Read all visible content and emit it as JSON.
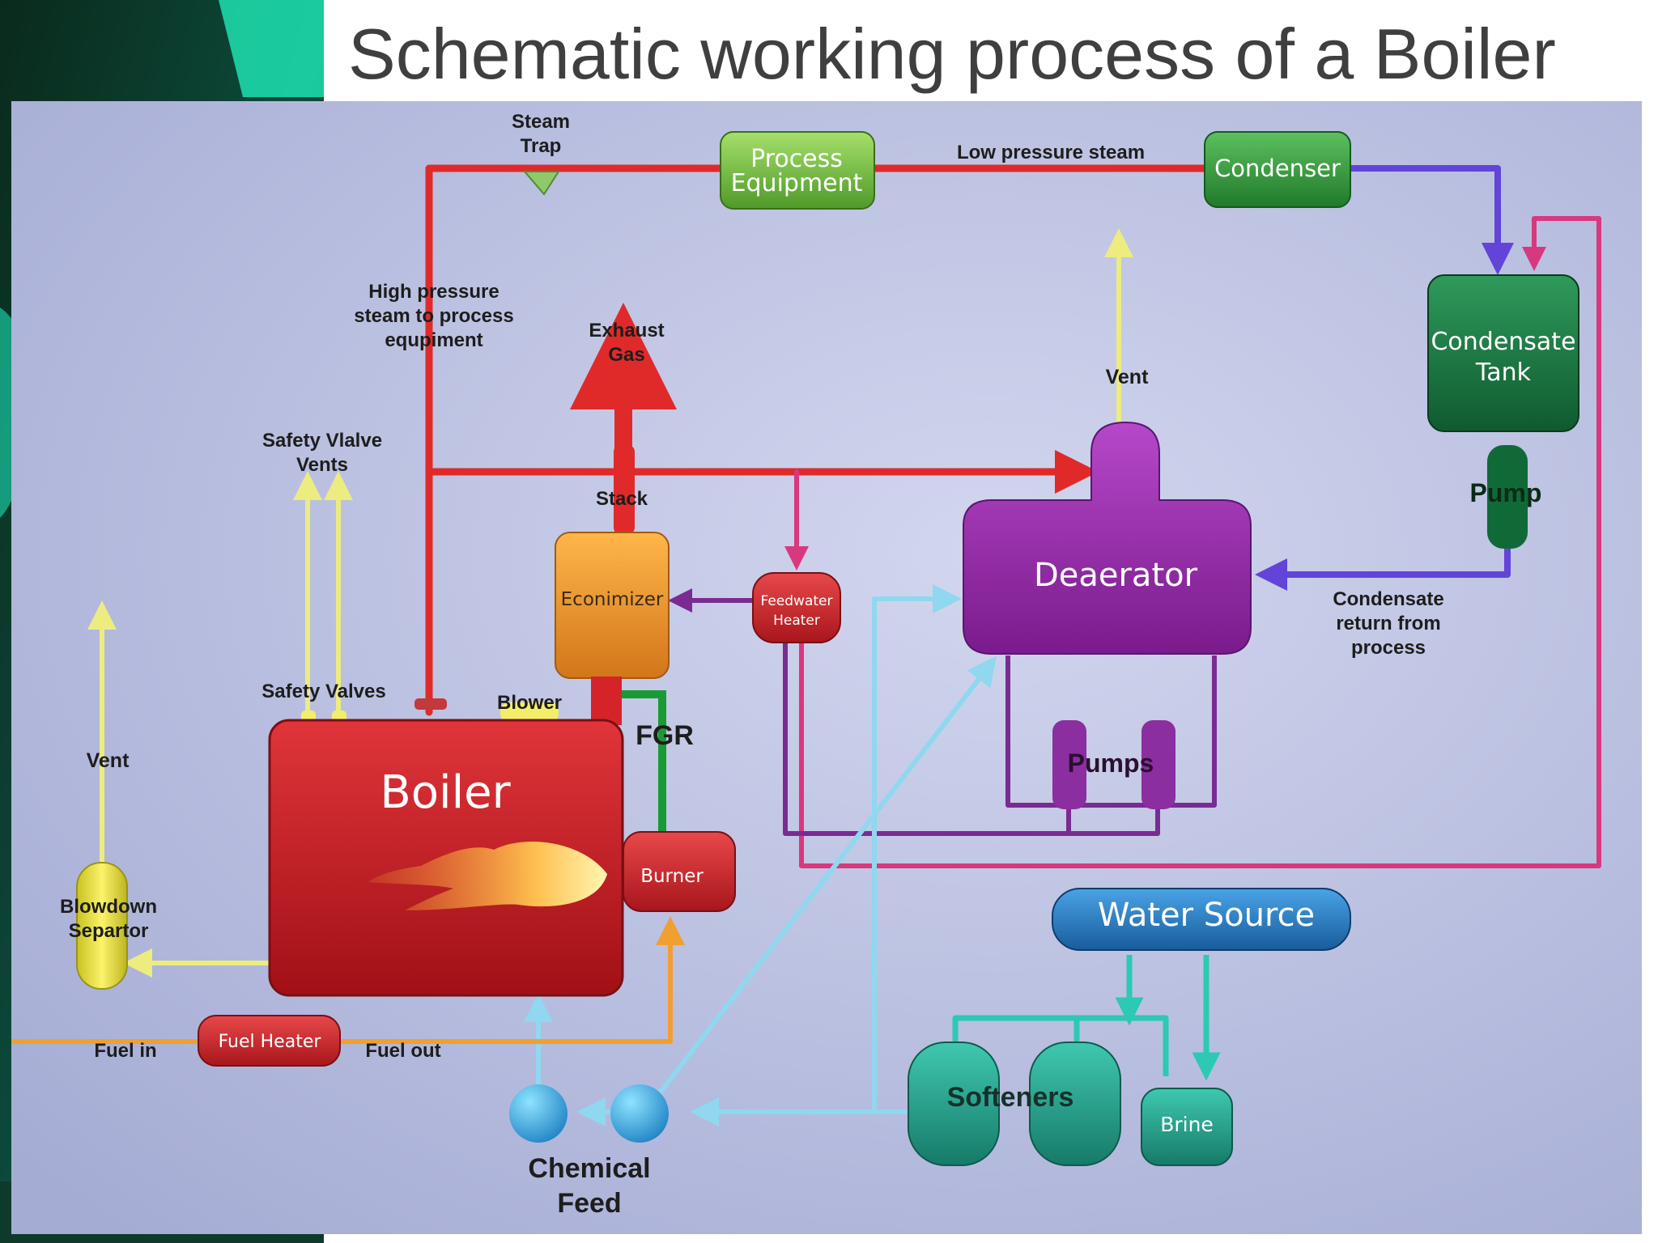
{
  "title": "Schematic working process of a Boiler",
  "colors": {
    "diagram_bg_light": "#c3c9e6",
    "diagram_bg_dark": "#9ba3cf",
    "steam": "#e02a2a",
    "vent": "#ecec80",
    "water": "#8fd8ef",
    "condensate": "#6244d9",
    "feedwater": "#7a2b92",
    "return": "#d8387e",
    "fuel": "#f0a030",
    "fgr": "#1a9a35",
    "softener_line": "#2cc9b3"
  },
  "components": {
    "boiler": "Boiler",
    "burner": "Burner",
    "economizer": "Econimizer",
    "feedwater_heater_line1": "Feedwater",
    "feedwater_heater_line2": "Heater",
    "deaerator": "Deaerator",
    "pumps": "Pumps",
    "pump": "Pump",
    "condensate_tank_line1": "Condensate",
    "condensate_tank_line2": "Tank",
    "condenser": "Condenser",
    "process_equipment_line1": "Process",
    "process_equipment_line2": "Equipment",
    "water_source": "Water Source",
    "softeners": "Softeners",
    "brine": "Brine",
    "fuel_heater": "Fuel Heater",
    "blowdown_line1": "Blowdown",
    "blowdown_line2": "Separtor"
  },
  "labels": {
    "steam_trap_line1": "Steam",
    "steam_trap_line2": "Trap",
    "low_pressure_steam": "Low pressure steam",
    "high_pressure_line1": "High pressure",
    "high_pressure_line2": "steam to process",
    "high_pressure_line3": "equpiment",
    "exhaust_line1": "Exhaust",
    "exhaust_line2": "Gas",
    "stack": "Stack",
    "vent_deaerator": "Vent",
    "vent_blowdown": "Vent",
    "safety_valve_vents_line1": "Safety Vlalve",
    "safety_valve_vents_line2": "Vents",
    "safety_valves": "Safety Valves",
    "blower": "Blower",
    "fgr": "FGR",
    "condensate_return_line1": "Condensate",
    "condensate_return_line2": "return from",
    "condensate_return_line3": "process",
    "fuel_in": "Fuel in",
    "fuel_out": "Fuel out",
    "chemical_feed_line1": "Chemical",
    "chemical_feed_line2": "Feed"
  }
}
